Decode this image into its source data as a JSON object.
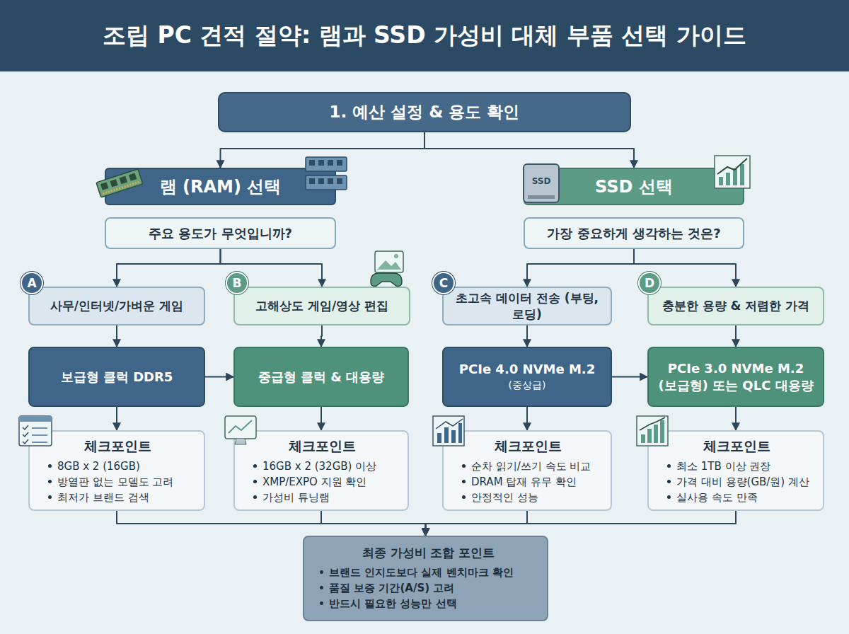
{
  "diagram": {
    "title": "조립 PC 견적 절약: 램과 SSD 가성비 대체 부품 선택 가이드",
    "nodes": [
      {
        "text": [
          "1. 예산 설정 & 용도 확인"
        ]
      },
      {
        "text": [
          "램 (RAM) 선택"
        ]
      },
      {
        "text": [
          "SSD 선택"
        ]
      },
      {
        "text": [
          "주요 용도가 무엇입니까?"
        ]
      },
      {
        "text": [
          "가장 중요하게 생각하는 것은?"
        ]
      },
      {
        "text": [
          "A"
        ]
      },
      {
        "text": [
          "사무/인터넷/가벼운 게임"
        ]
      },
      {
        "text": [
          "B"
        ]
      },
      {
        "text": [
          "고해상도 게임/영상 편집"
        ]
      },
      {
        "text": [
          "C"
        ]
      },
      {
        "text": [
          "초고속 데이터 전송 (부팅, 로딩)"
        ]
      },
      {
        "text": [
          "D"
        ]
      },
      {
        "text": [
          "충분한 용량 & 저렴한 가격"
        ]
      },
      {
        "text": [
          "보급형 클럭 DDR5"
        ]
      },
      {
        "text": [
          "중급형 클럭 & 대용량"
        ]
      },
      {
        "text": [
          "PCIe 4.0 NVMe M.2",
          "(중상급)"
        ]
      },
      {
        "text": [
          "PCIe 3.0 NVMe M.2 (보급형) 또는 QLC 대용량"
        ]
      },
      {
        "text": [
          "체크포인트",
          "8GB x 2 (16GB)",
          "방열판 없는 모델도 고려",
          "최저가 브랜드 검색"
        ]
      },
      {
        "text": [
          "체크포인트",
          "16GB x 2 (32GB) 이상",
          "XMP/EXPO 지원 확인",
          "가성비 튜닝램"
        ]
      },
      {
        "text": [
          "체크포인트",
          "순차 읽기/쓰기 속도 비교",
          "DRAM 탑재 유무 확인",
          "안정적인 성능"
        ]
      },
      {
        "text": [
          "체크포인트",
          "최소 1TB 이상 권장",
          "가격 대비 용량(GB/원) 계산",
          "실사용 속도 만족"
        ]
      },
      {
        "text": [
          "최종 가성비 조합 포인트",
          "브랜드 인지도보다 실제 벤치마크 확인",
          "품질 보증 기간(A/S) 고려",
          "반드시 필요한 성능만 선택"
        ]
      }
    ],
    "edges": [
      {
        "from": 0,
        "to": 1,
        "arrow": "to"
      },
      {
        "from": 0,
        "to": 2,
        "arrow": "to"
      },
      {
        "from": 3,
        "to": 6,
        "arrow": "to"
      },
      {
        "from": 3,
        "to": 8,
        "arrow": "to"
      },
      {
        "from": 4,
        "to": 10,
        "arrow": "to"
      },
      {
        "from": 4,
        "to": 12,
        "arrow": "to"
      },
      {
        "from": 6,
        "to": 13,
        "arrow": "to"
      },
      {
        "from": 8,
        "to": 14,
        "arrow": "to"
      },
      {
        "from": 10,
        "to": 15,
        "arrow": "to"
      },
      {
        "from": 12,
        "to": 16,
        "arrow": "to"
      },
      {
        "from": 13,
        "to": 14,
        "arrow": "to"
      },
      {
        "from": 15,
        "to": 16,
        "arrow": "to"
      },
      {
        "from": 13,
        "to": 17,
        "arrow": "to"
      },
      {
        "from": 14,
        "to": 18,
        "arrow": "to"
      },
      {
        "from": 15,
        "to": 19,
        "arrow": "to"
      },
      {
        "from": 16,
        "to": 20,
        "arrow": "to"
      },
      {
        "from": 17,
        "to": 21,
        "arrow": "to"
      },
      {
        "from": 18,
        "to": 21,
        "arrow": "to"
      },
      {
        "from": 19,
        "to": 21,
        "arrow": "to"
      },
      {
        "from": 20,
        "to": 21,
        "arrow": "to"
      }
    ],
    "labels": [
      "SSD"
    ]
  }
}
